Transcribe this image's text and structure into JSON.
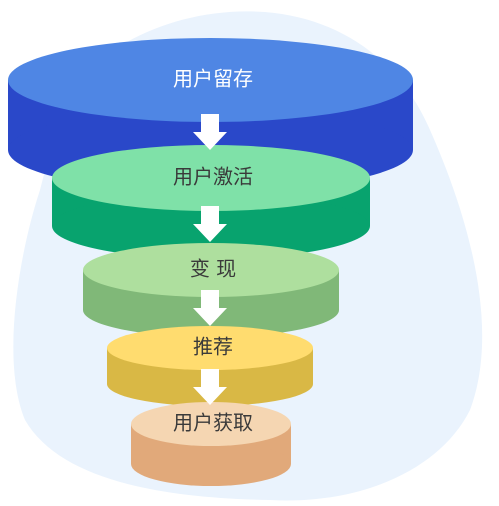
{
  "stages": [
    {
      "label": "用户留存",
      "top_color": "#4F86E4",
      "bottom_color": "#2A48C9",
      "label_color": "#ffffff"
    },
    {
      "label": "用户激活",
      "top_color": "#7FE1A8",
      "bottom_color": "#08A36E",
      "label_color": "#3a3a3a"
    },
    {
      "label": "变 现",
      "top_color": "#AEDF9E",
      "bottom_color": "#80B878",
      "label_color": "#3a3a3a"
    },
    {
      "label": "推荐",
      "top_color": "#FFDC6F",
      "bottom_color": "#D9B845",
      "label_color": "#3a3a3a"
    },
    {
      "label": "用户获取",
      "top_color": "#F5D6B2",
      "bottom_color": "#E1A97A",
      "label_color": "#3a3a3a"
    }
  ],
  "colors": {
    "blob": "#EAF3FD",
    "arrow": "#ffffff"
  },
  "icons": {
    "arrow": "down-arrow-icon"
  }
}
